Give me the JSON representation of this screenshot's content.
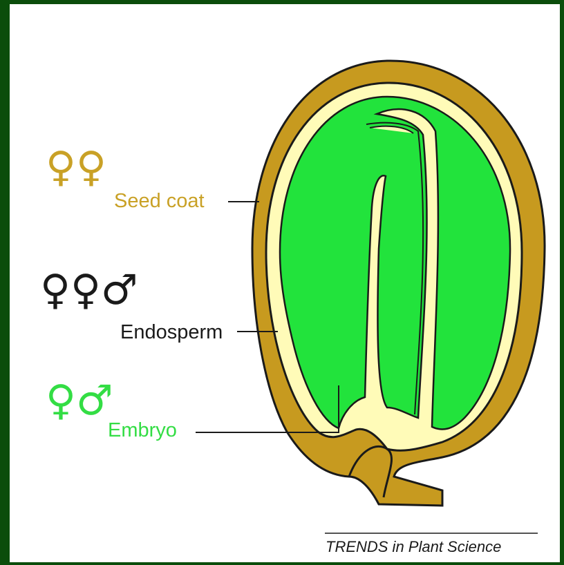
{
  "diagram": {
    "seed_coat": {
      "symbols": "♀♀",
      "label": "Seed coat",
      "color": "#c9a126"
    },
    "endosperm": {
      "symbols": "♀♀♂",
      "label": "Endosperm",
      "color": "#1a1a1a"
    },
    "embryo": {
      "symbols": "♀♂",
      "label": "Embryo",
      "color": "#33dd44"
    },
    "credit": "TRENDS in Plant Science",
    "colors": {
      "frame": "#0b4d0b",
      "seed_coat_fill": "#c79a1f",
      "endosperm_fill": "#fffbb8",
      "embryo_fill": "#22e33c",
      "outline": "#1a1a1a"
    }
  }
}
